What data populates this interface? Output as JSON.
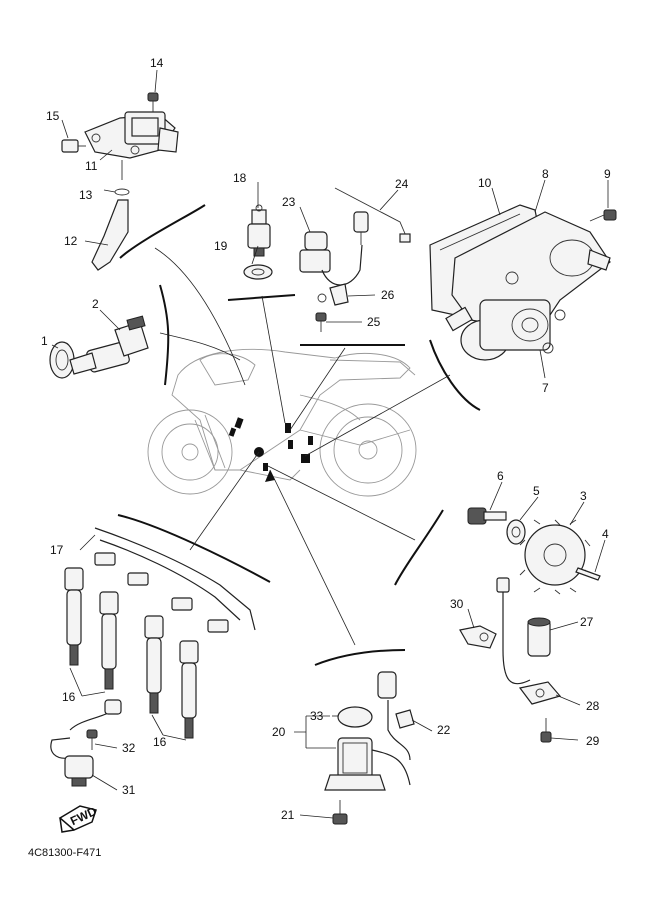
{
  "diagram_code": "4C81300-F471",
  "fwd_label": "FWD",
  "callouts": {
    "p1": "1",
    "p2": "2",
    "p3": "3",
    "p4": "4",
    "p5": "5",
    "p6": "6",
    "p7": "7",
    "p8": "8",
    "p9": "9",
    "p10": "10",
    "p11": "11",
    "p12": "12",
    "p13": "13",
    "p14": "14",
    "p15": "15",
    "p16a": "16",
    "p16b": "16",
    "p17": "17",
    "p18": "18",
    "p19": "19",
    "p20": "20",
    "p21": "21",
    "p22": "22",
    "p23": "23",
    "p24": "24",
    "p25": "25",
    "p26": "26",
    "p27": "27",
    "p28": "28",
    "p29": "29",
    "p30": "30",
    "p31": "31",
    "p32": "32",
    "p33": "33"
  }
}
